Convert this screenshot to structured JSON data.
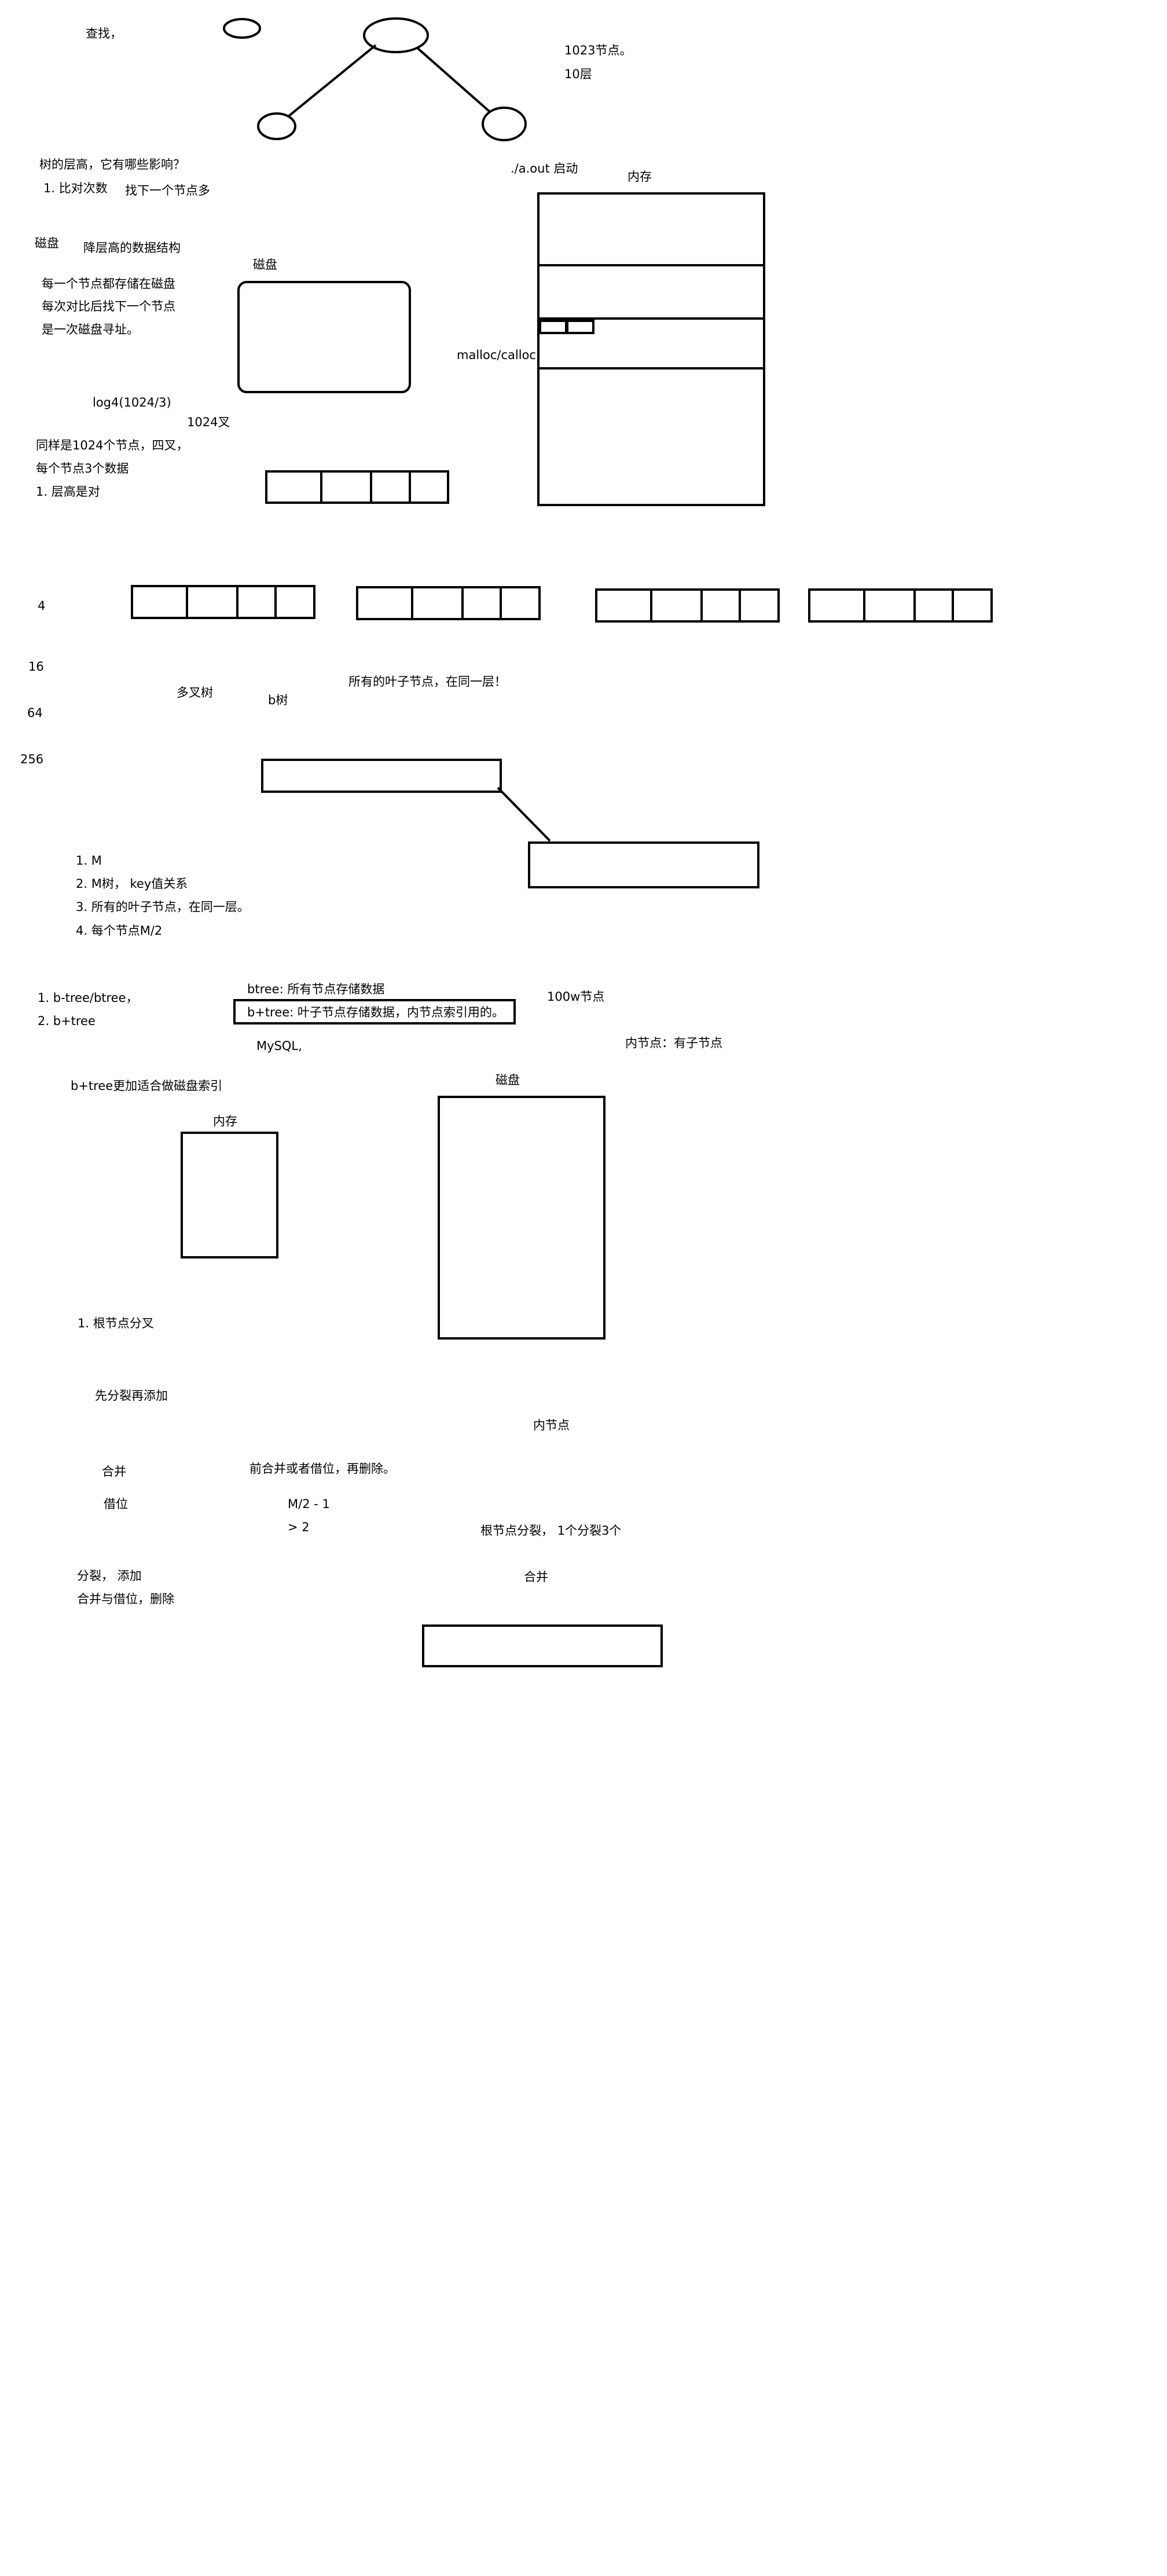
{
  "notes": {
    "find": "查找，",
    "nodes_1023": "1023节点。",
    "layers_10": "10层",
    "tree_height_q": "树的层高，它有哪些影响？",
    "compare_count": "1. 比对次数",
    "find_next_many": "找下一个节点多",
    "run_aout": "./a.out 启动",
    "memory_label_1": "内存",
    "disk_label_1": "磁盘",
    "reduce_height_ds": "降层高的数据结构",
    "disk_label_2": "磁盘",
    "each_node_on_disk": "每一个节点都存储在磁盘",
    "each_compare_next": "每次对比后找下一个节点",
    "one_disk_seek": "是一次磁盘寻址。",
    "malloc_calloc": "malloc/calloc",
    "log4": "log4(1024/3)",
    "fork_1024": "1024叉",
    "same_1024_nodes": "同样是1024个节点，四叉，",
    "three_data_per_node": "每个节点3个数据",
    "height_1": "1. 层高是对",
    "level_4": "4",
    "level_16": "16",
    "multiway_tree": "多叉树",
    "btree_label": "b树",
    "all_leaves_same_level_1": "所有的叶子节点，在同一层！",
    "level_64": "64",
    "level_256": "256",
    "prop_1": "1. M",
    "prop_2": "2. M树， key值关系",
    "prop_3": "3. 所有的叶子节点，在同一层。",
    "prop_4": "4. 每个节点M/2",
    "variant_1": "1. b-tree/btree，",
    "variant_2": "2. b+tree",
    "btree_all_store": "btree: 所有节点存储数据",
    "bplus_leaf_store": "b+tree: 叶子节点存储数据，内节点索引用的。",
    "w100_nodes": "100w节点",
    "mysql": "MySQL,",
    "internal_has_children": "内节点：有子节点",
    "bplus_disk_index": "b+tree更加适合做磁盘索引",
    "disk_label_3": "磁盘",
    "memory_label_2": "内存",
    "root_split": "1. 根节点分叉",
    "split_then_add": "先分裂再添加",
    "internal_node": "内节点",
    "merge_1": "合并",
    "merge_or_borrow": "前合并或者借位，再删除。",
    "borrow": "借位",
    "m_half_minus_1": "M/2 - 1",
    "gt_2": "> 2",
    "root_split_three": "根节点分裂， 1个分裂3个",
    "split_add": "分裂，  添加",
    "merge_2": "合并",
    "merge_borrow_delete": "合并与借位，删除"
  }
}
